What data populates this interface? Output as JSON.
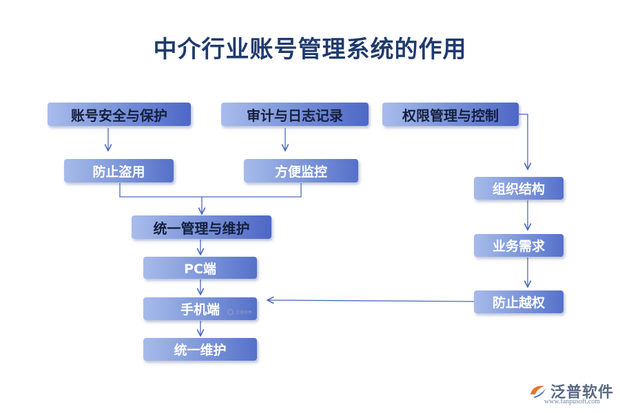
{
  "title": "中介行业账号管理系统的作用",
  "nodes": {
    "account_security": "账号安全与保护",
    "audit_log": "审计与日志记录",
    "permission_control": "权限管理与控制",
    "prevent_theft": "防止盗用",
    "convenient_monitoring": "方便监控",
    "unified_management": "统一管理与维护",
    "pc_end": "PC端",
    "mobile_end": "手机端",
    "unified_maintenance": "统一维护",
    "org_structure": "组织结构",
    "business_needs": "业务需求",
    "prevent_overreach": "防止越权"
  },
  "watermark": "泛普软件",
  "brand": {
    "name": "泛普软件",
    "url": "www.fanpusoft.com",
    "colors": {
      "logo_orange": "#e8742a",
      "logo_blue": "#3b6fc4"
    }
  },
  "colors": {
    "title": "#1f3a6e",
    "node_light": "#a9bcec",
    "node_dark": "#4d67c6",
    "connector": "#4a68c0"
  }
}
